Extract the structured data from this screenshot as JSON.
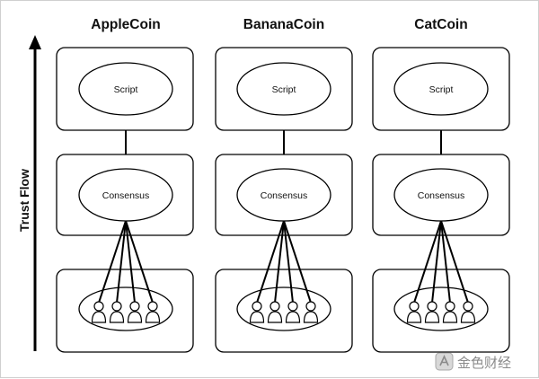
{
  "axis": {
    "label": "Trust Flow"
  },
  "columns": [
    {
      "title": "AppleCoin",
      "script_label": "Script",
      "consensus_label": "Consensus"
    },
    {
      "title": "BananaCoin",
      "script_label": "Script",
      "consensus_label": "Consensus"
    },
    {
      "title": "CatCoin",
      "script_label": "Script",
      "consensus_label": "Consensus"
    }
  ],
  "watermark": {
    "text": "金色财经",
    "icon": "gold-logo-icon"
  },
  "colors": {
    "stroke": "#000000",
    "background": "#ffffff",
    "watermark": "#8a8a8a"
  }
}
